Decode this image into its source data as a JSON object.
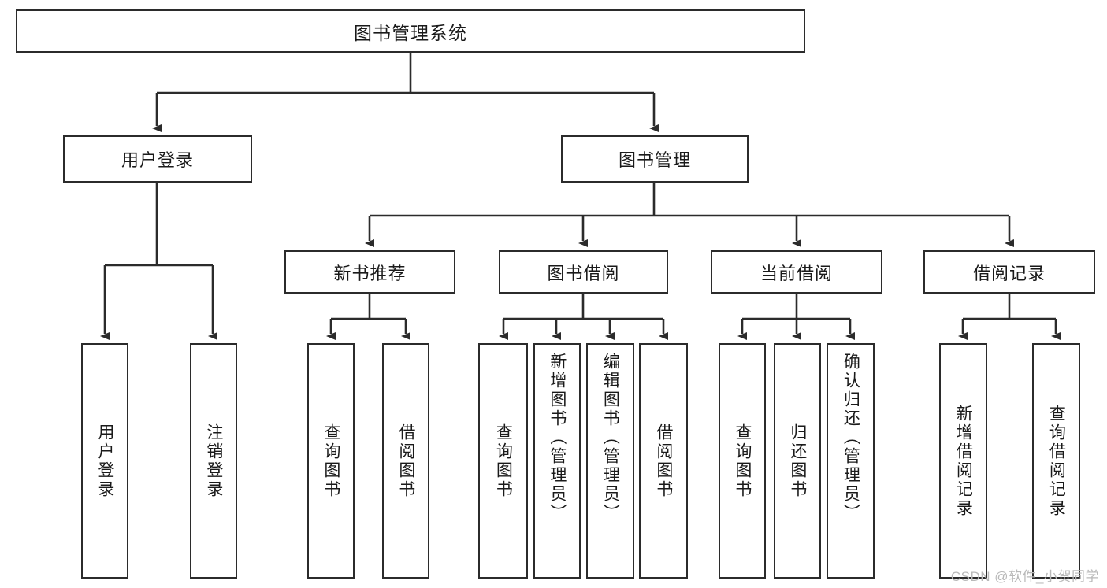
{
  "diagram": {
    "title_node": {
      "label": "图书管理系统"
    },
    "level2": [
      {
        "id": "user-login",
        "label": "用户登录"
      },
      {
        "id": "book-management",
        "label": "图书管理"
      }
    ],
    "level3": [
      {
        "id": "new-book-recommend",
        "label": "新书推荐"
      },
      {
        "id": "book-borrow",
        "label": "图书借阅"
      },
      {
        "id": "current-borrow",
        "label": "当前借阅"
      },
      {
        "id": "borrow-record",
        "label": "借阅记录"
      }
    ],
    "leaves": {
      "user_login": [
        {
          "id": "leaf-user-login",
          "label": "用户登录"
        },
        {
          "id": "leaf-logout-login",
          "label": "注销登录"
        }
      ],
      "new_book_recommend": [
        {
          "id": "leaf-query-book-1",
          "label": "查询图书"
        },
        {
          "id": "leaf-borrow-book-1",
          "label": "借阅图书"
        }
      ],
      "book_borrow": [
        {
          "id": "leaf-query-book-2",
          "label": "查询图书"
        },
        {
          "id": "leaf-add-book",
          "label": "新增图书（管理员）"
        },
        {
          "id": "leaf-edit-book",
          "label": "编辑图书（管理员）"
        },
        {
          "id": "leaf-borrow-book-2",
          "label": "借阅图书"
        }
      ],
      "current_borrow": [
        {
          "id": "leaf-query-book-3",
          "label": "查询图书"
        },
        {
          "id": "leaf-return-book",
          "label": "归还图书"
        },
        {
          "id": "leaf-confirm-return",
          "label": "确认归还（管理员）"
        }
      ],
      "borrow_record": [
        {
          "id": "leaf-add-record",
          "label": "新增借阅记录"
        },
        {
          "id": "leaf-query-record",
          "label": "查询借阅记录"
        }
      ]
    },
    "colors": {
      "stroke": "#2b2b2b",
      "fill": "#ffffff",
      "text": "#1a1a1a",
      "watermark": "#b9b9b9"
    }
  },
  "watermark": {
    "text": "CSDN @软件_小贺同学"
  }
}
